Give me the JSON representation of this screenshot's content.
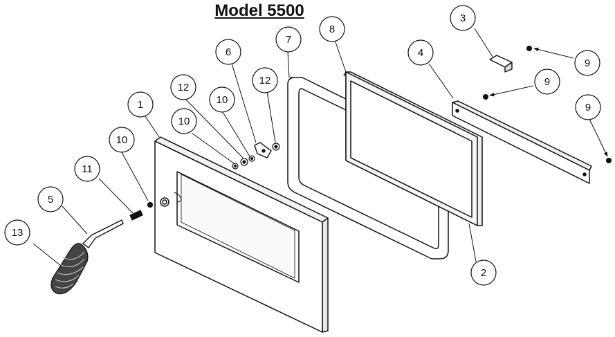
{
  "title": "Model 5500",
  "callouts": [
    {
      "id": "c1",
      "label": "1"
    },
    {
      "id": "c2",
      "label": "2"
    },
    {
      "id": "c3",
      "label": "3"
    },
    {
      "id": "c4",
      "label": "4"
    },
    {
      "id": "c5",
      "label": "5"
    },
    {
      "id": "c6",
      "label": "6"
    },
    {
      "id": "c7",
      "label": "7"
    },
    {
      "id": "c8",
      "label": "8"
    },
    {
      "id": "c9a",
      "label": "9"
    },
    {
      "id": "c9b",
      "label": "9"
    },
    {
      "id": "c9c",
      "label": "9"
    },
    {
      "id": "c10a",
      "label": "10"
    },
    {
      "id": "c10b",
      "label": "10"
    },
    {
      "id": "c10c",
      "label": "10"
    },
    {
      "id": "c11",
      "label": "11"
    },
    {
      "id": "c12a",
      "label": "12"
    },
    {
      "id": "c12b",
      "label": "12"
    },
    {
      "id": "c13",
      "label": "13"
    }
  ]
}
